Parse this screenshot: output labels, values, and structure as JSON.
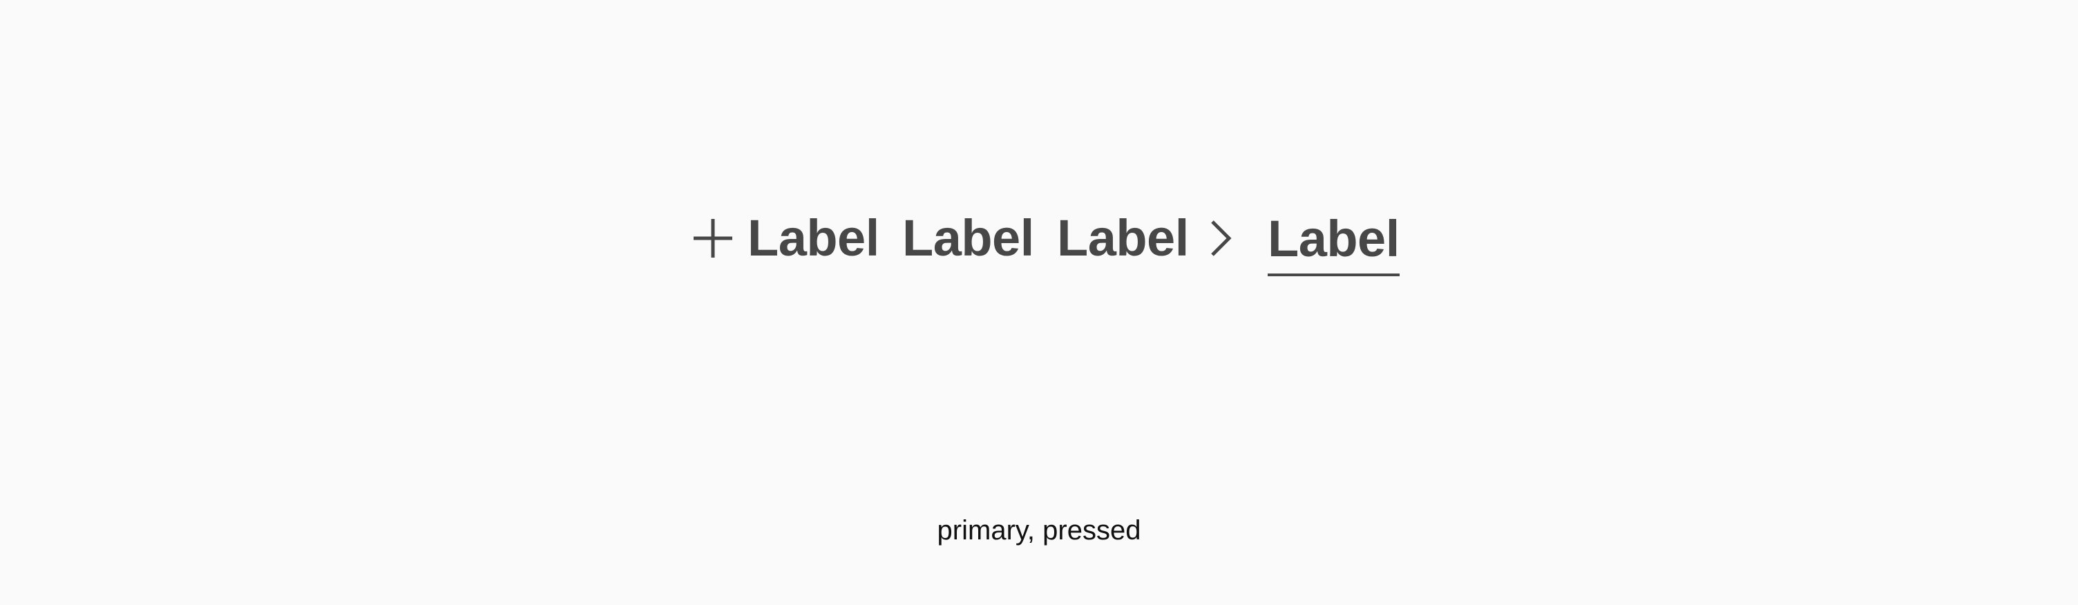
{
  "buttons": [
    {
      "label": "Label",
      "icon": "plus-icon",
      "icon_position": "leading"
    },
    {
      "label": "Label"
    },
    {
      "label": "Label",
      "icon": "chevron-right-icon",
      "icon_position": "trailing"
    },
    {
      "label": "Label",
      "state": "pressed",
      "underline": true
    }
  ],
  "caption": "primary, pressed",
  "colors": {
    "background": "#fafafa",
    "button_text": "#474747",
    "caption_text": "#111111"
  }
}
